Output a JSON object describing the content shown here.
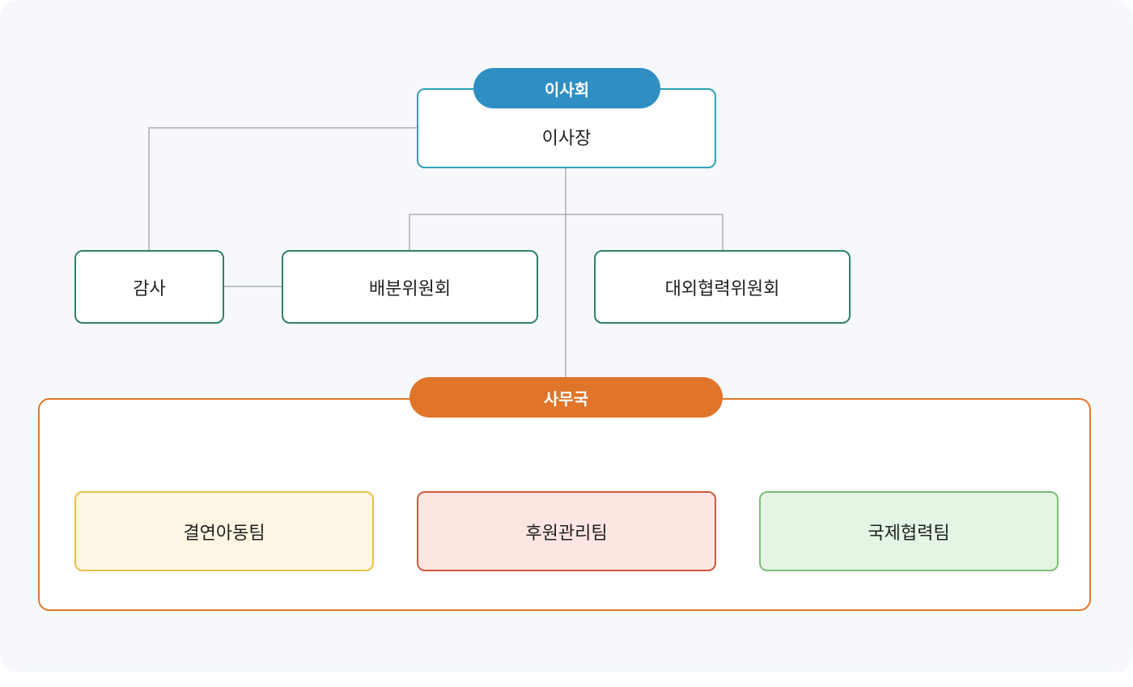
{
  "board": {
    "pill_label": "이사회",
    "box_label": "이사장"
  },
  "committees": {
    "audit": "감사",
    "distribution": "배분위원회",
    "external": "대외협력위원회"
  },
  "secretariat": {
    "pill_label": "사무국",
    "teams": [
      "결연아동팀",
      "후원관리팀",
      "국제협력팀"
    ]
  },
  "colors": {
    "background": "#f6f8fc",
    "board_pill": "#2f8fc3",
    "board_border": "#2fa0b5",
    "committee_border": "#2d8266",
    "secretariat_orange": "#e07428",
    "connector": "#8a8a8a",
    "team1_fill": "#fdf6e4",
    "team1_border": "#e7c244",
    "team2_fill": "#fde6e1",
    "team2_border": "#cc5a3c",
    "team3_fill": "#e4f6e3",
    "team3_border": "#7bbd76"
  }
}
